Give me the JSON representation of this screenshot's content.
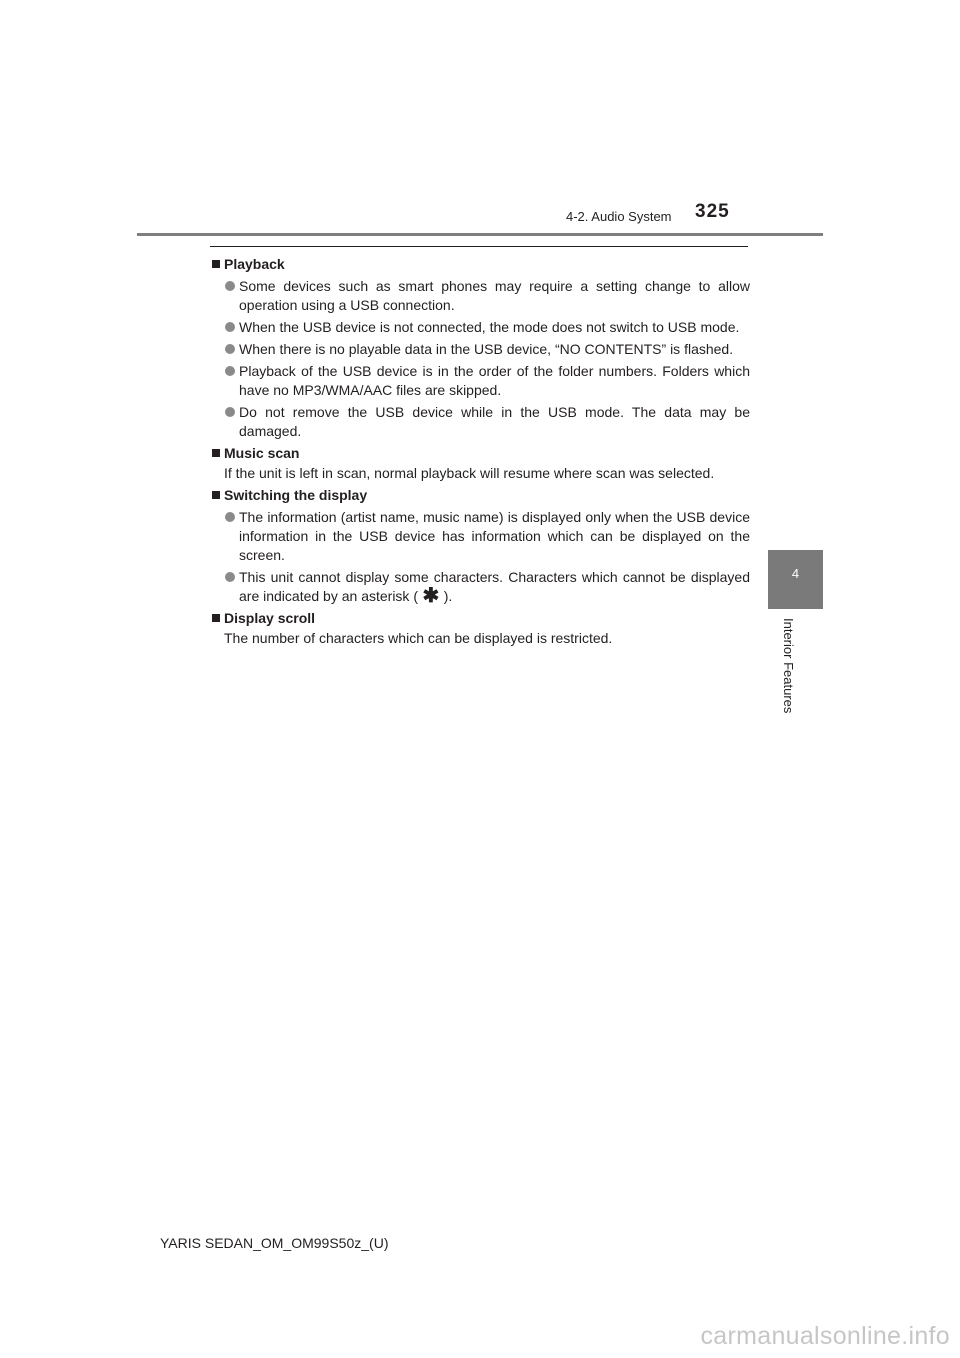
{
  "header": {
    "section": "4-2. Audio System",
    "page_number": "325"
  },
  "side_tab": {
    "number": "4",
    "label": "Interior Features"
  },
  "sections": {
    "playback": {
      "heading": "Playback",
      "bullets": [
        "Some devices such as smart phones may require a setting change to allow operation using a USB connection.",
        "When the USB device is not connected, the mode does not switch to USB mode.",
        "When there is no playable data in the USB device, “NO CONTENTS” is flashed.",
        "Playback of the USB device is in the order of the folder numbers. Folders which have no MP3/WMA/AAC files are skipped.",
        "Do not remove the USB device while in the USB mode. The data may be damaged."
      ]
    },
    "music_scan": {
      "heading": "Music scan",
      "text": "If the unit is left in scan, normal playback will resume where scan was selected."
    },
    "switching_display": {
      "heading": "Switching the display",
      "bullet1": "The information (artist name, music name) is displayed only when the USB device information in the USB device has information which can be displayed on the screen.",
      "bullet2_before": "This unit cannot display some characters. Characters which cannot be displayed are indicated by an asterisk (",
      "asterisk_symbol": "✱",
      "bullet2_after": ")."
    },
    "display_scroll": {
      "heading": "Display scroll",
      "text": "The number of characters which can be displayed is restricted."
    }
  },
  "footer": {
    "doc_id": "YARIS SEDAN_OM_OM99S50z_(U)"
  },
  "watermark": "carmanualsonline.info"
}
